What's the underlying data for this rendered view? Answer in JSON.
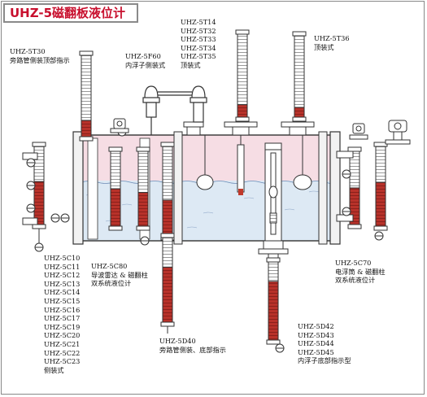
{
  "title": "UHZ-5磁翻板液位计",
  "labels": {
    "st30": [
      "UHZ-5T30",
      "旁路管侧装顶部指示"
    ],
    "sf60": [
      "UHZ-5F60",
      "内浮子侧装式"
    ],
    "st14": [
      "UHZ-5T14",
      "UHZ-5T32",
      "UHZ-5T33",
      "UHZ-5T34",
      "UHZ-5T35",
      "顶装式"
    ],
    "st36": [
      "UHZ-5T36",
      "顶装式"
    ],
    "sc70": [
      "UHZ-5C70",
      "电浮筒 & 磁翻柱",
      "双系统液位计"
    ],
    "sc80": [
      "UHZ-5C80",
      "导波雷达 & 磁翻柱",
      "双系统液位计"
    ],
    "sc10": [
      "UHZ-5C10",
      "UHZ-5C11",
      "UHZ-5C12",
      "UHZ-5C13",
      "UHZ-5C14",
      "UHZ-5C15",
      "UHZ-5C16",
      "UHZ-5C17",
      "UHZ-5C19",
      "UHZ-5C20",
      "UHZ-5C21",
      "UHZ-5C22",
      "UHZ-5C23",
      "侧装式"
    ],
    "sd40": [
      "UHZ-5D40",
      "旁路管侧装、底部指示"
    ],
    "sd42": [
      "UHZ-5D42",
      "UHZ-5D43",
      "UHZ-5D44",
      "UHZ-5D45",
      "内浮子底部指示型"
    ]
  },
  "colors": {
    "tank_vapor": "#f6dde4",
    "tank_liquid": "#dde9f4",
    "title_text": "#c8102e",
    "gauge_red": "#c0392b",
    "pipe_stroke": "#333333"
  }
}
